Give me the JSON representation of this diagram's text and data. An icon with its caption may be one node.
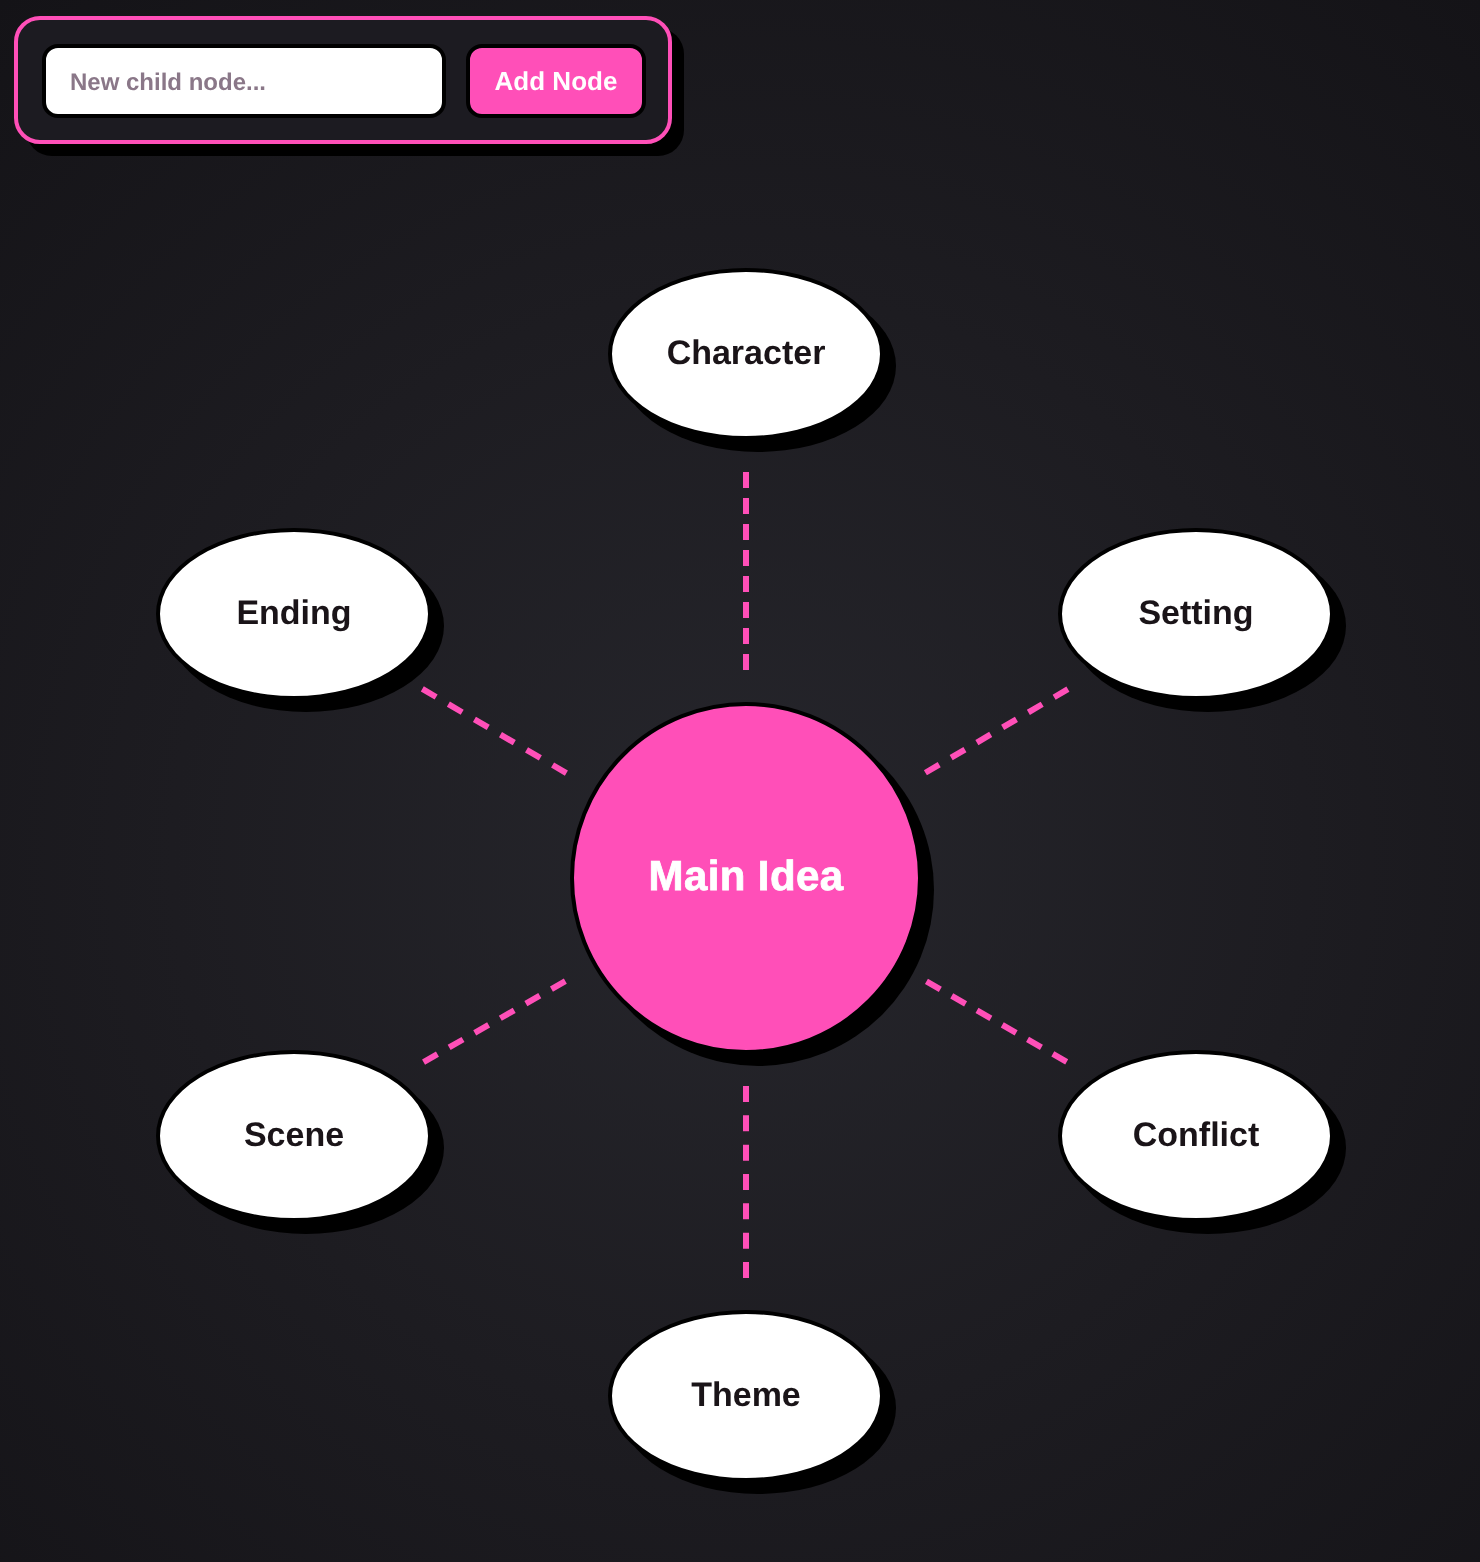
{
  "diagram": {
    "nodes": [
      {
        "text": [
          "Character"
        ]
      },
      {
        "text": [
          "Ending"
        ]
      },
      {
        "text": [
          "Setting"
        ]
      },
      {
        "text": [
          "Main Idea"
        ]
      },
      {
        "text": [
          "Scene"
        ]
      },
      {
        "text": [
          "Conflict"
        ]
      },
      {
        "text": [
          "Theme"
        ]
      }
    ],
    "edges": [
      {
        "from": 3,
        "to": 0,
        "arrow": "none",
        "style": "dashed"
      },
      {
        "from": 3,
        "to": 1,
        "arrow": "none",
        "style": "dashed"
      },
      {
        "from": 3,
        "to": 2,
        "arrow": "none",
        "style": "dashed"
      },
      {
        "from": 3,
        "to": 4,
        "arrow": "none",
        "style": "dashed"
      },
      {
        "from": 3,
        "to": 5,
        "arrow": "none",
        "style": "dashed"
      },
      {
        "from": 3,
        "to": 6,
        "arrow": "none",
        "style": "dashed"
      }
    ],
    "labels": [
      "New child node...",
      "Add Node"
    ]
  }
}
